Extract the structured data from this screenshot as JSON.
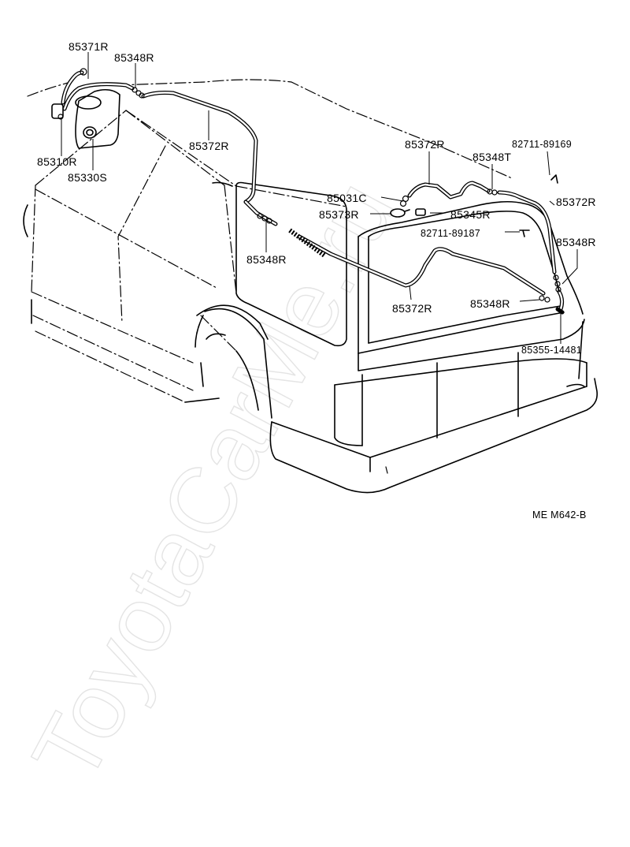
{
  "labels": {
    "p85371R": "85371R",
    "p85348R_top": "85348R",
    "p85310R": "85310R",
    "p85330S": "85330S",
    "p85372R_roof": "85372R",
    "p85372R_hatch": "85372R",
    "p85348T": "85348T",
    "p82711_89169": "82711-89169",
    "p85031C": "85031C",
    "p85373R": "85373R",
    "p85345R": "85345R",
    "p85372R_right": "85372R",
    "p82711_89187": "82711-89187",
    "p85348R_right": "85348R",
    "p85348R_left": "85348R",
    "p85372R_lower": "85372R",
    "p85348R_lower": "85348R",
    "p85355_14481": "85355-14481"
  },
  "diagram_code": "ME M642-B",
  "watermark": "ToyotaCarMe.ru"
}
